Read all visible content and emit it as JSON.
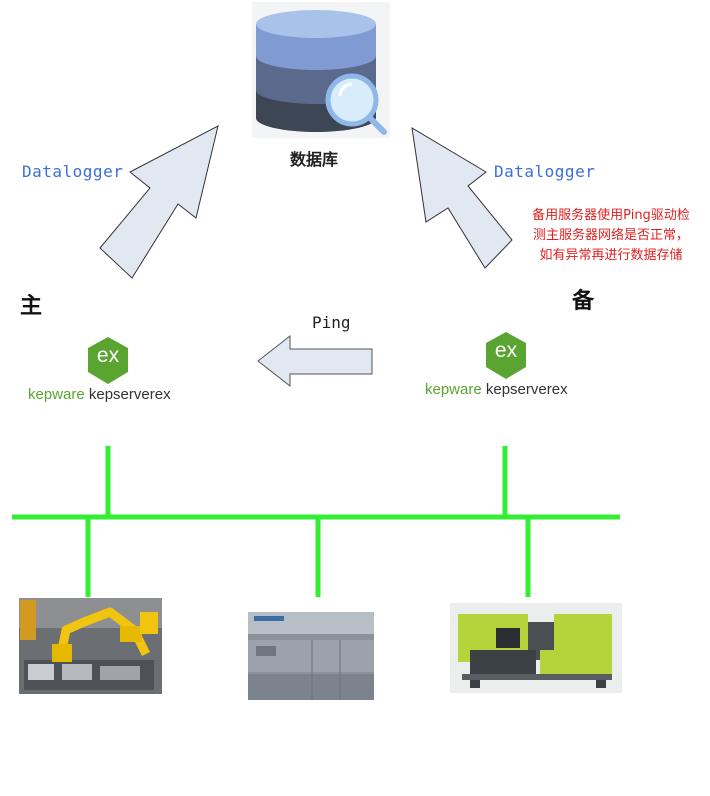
{
  "database": {
    "label": "数据库",
    "icon": "database-search-icon"
  },
  "datalogger": {
    "left_label": "Datalogger",
    "right_label": "Datalogger"
  },
  "note": {
    "lines": [
      "备用服务器使用Ping驱动检",
      "测主服务器网络是否正常，",
      "如有异常再进行数据存储"
    ],
    "color": "#e02020"
  },
  "nodes": {
    "main_label": "主",
    "backup_label": "备",
    "ping_label": "Ping"
  },
  "kepware": {
    "brand": "kepware",
    "product": "kepserverex",
    "badge_text": "ex",
    "brand_color": "#5aa532"
  },
  "devices": [
    {
      "name": "robot-arm",
      "icon": "robot-arm-image"
    },
    {
      "name": "plc",
      "icon": "plc-image"
    },
    {
      "name": "injection-molding-machine",
      "icon": "injection-machine-image"
    }
  ],
  "network_color": "#33ee33"
}
